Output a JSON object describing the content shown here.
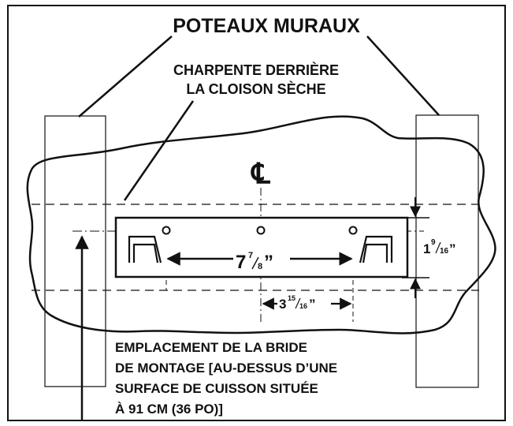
{
  "labels": {
    "title": "POTEAUX MURAUX",
    "framing_line1": "CHARPENTE DERRIÈRE",
    "framing_line2": "LA CLOISON SÈCHE",
    "centerline": "℄",
    "note_line1": "EMPLACEMENT DE LA BRIDE",
    "note_line2": "DE MONTAGE [AU-DESSUS D’UNE",
    "note_line3": "SURFACE DE CUISSON SITUÉE",
    "note_line4": "À 91 CM (36 PO)]"
  },
  "dimensions": {
    "width": {
      "whole": "7",
      "num": "7",
      "den": "8",
      "unit": "”"
    },
    "offset": {
      "whole": "3",
      "num": "15",
      "den": "16",
      "unit": "”"
    },
    "height": {
      "whole": "1",
      "num": "9",
      "den": "16",
      "unit": "”"
    }
  },
  "colors": {
    "ink": "#111111",
    "background": "#ffffff"
  }
}
